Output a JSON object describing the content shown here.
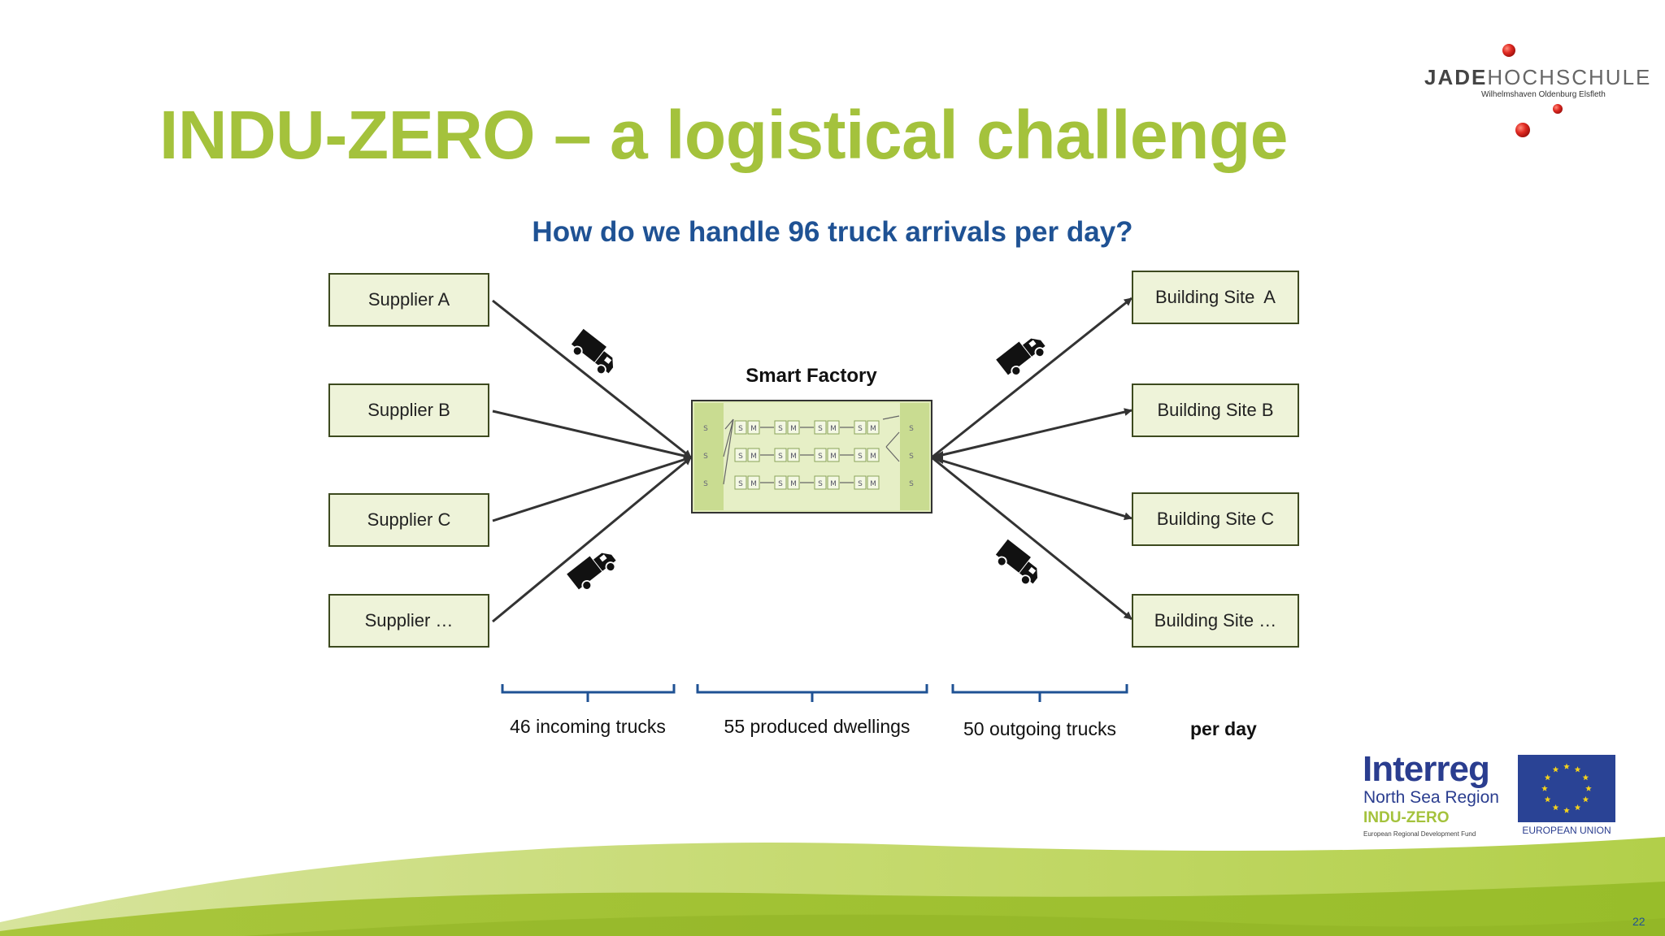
{
  "slide": {
    "title": "INDU-ZERO – a logistical challenge",
    "subtitle": "How do we handle 96 truck arrivals per day?",
    "page_number": "22"
  },
  "suppliers": [
    {
      "label": "Supplier A"
    },
    {
      "label": "Supplier B"
    },
    {
      "label": "Supplier C"
    },
    {
      "label": "Supplier …"
    }
  ],
  "building_sites": [
    {
      "label": "Building Site  A"
    },
    {
      "label": "Building Site B"
    },
    {
      "label": "Building Site C"
    },
    {
      "label": "Building Site …"
    }
  ],
  "factory": {
    "label": "Smart Factory",
    "cell_labels": [
      "S",
      "M"
    ]
  },
  "brackets": [
    {
      "label": "46 incoming trucks"
    },
    {
      "label": "55 produced dwellings"
    },
    {
      "label": "50 outgoing trucks"
    }
  ],
  "per_day_label": "per day",
  "logos": {
    "jade": {
      "name": "JADE",
      "name2": "HOCHSCHULE",
      "sub": "Wilhelmshaven Oldenburg Elsfleth"
    },
    "interreg": {
      "name": "Interreg",
      "region": "North Sea Region",
      "project": "INDU-ZERO",
      "fund": "European Regional Development Fund"
    },
    "eu": {
      "label": "EUROPEAN UNION"
    }
  },
  "colors": {
    "title_green": "#a4c23c",
    "subtitle_blue": "#1f5294",
    "node_fill": "#eef3d9",
    "node_border": "#3d4a1f",
    "arrow": "#333333",
    "bracket_blue": "#1f5294",
    "jade_red": "#d8201e",
    "eu_blue": "#2a4395",
    "eu_star": "#f5d31b"
  },
  "icons": [
    "truck-icon",
    "eu-flag-icon",
    "red-dot-icon"
  ]
}
